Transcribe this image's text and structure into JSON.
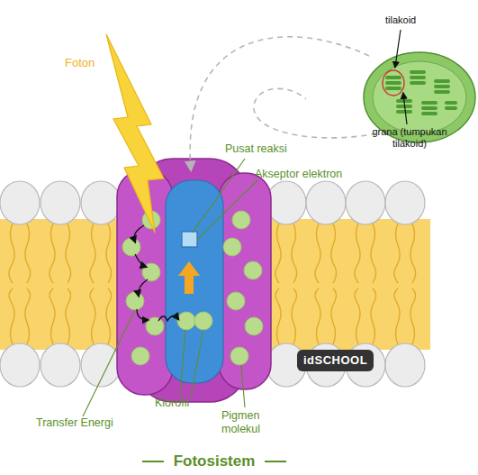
{
  "diagram": {
    "title": "Fotosistem",
    "labels": [
      "Foton",
      "Pusat reaksi",
      "Akseptor elektron",
      "tilakoid",
      "grana (tumpukan tilakoid)",
      "Transfer Energi",
      "Klorofil",
      "Pigmen molekul",
      "idSCHOOL"
    ]
  }
}
